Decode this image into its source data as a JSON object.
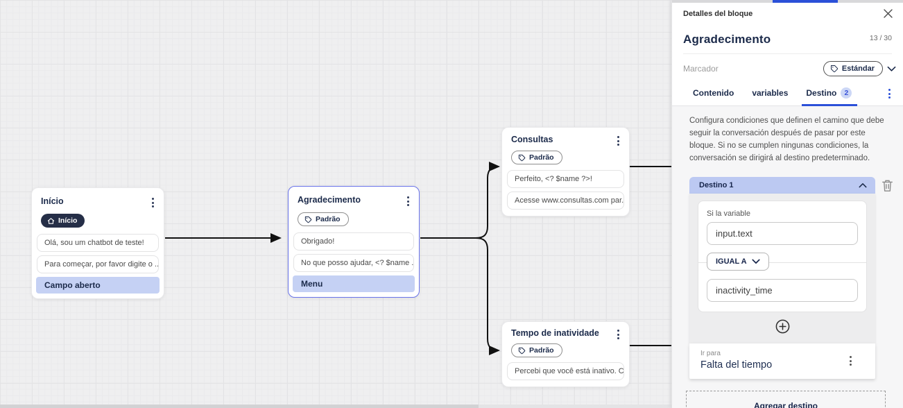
{
  "colors": {
    "accent_blue": "#2b50d8",
    "selection_purple": "#6973ea",
    "action_row_blue": "#c5d1f4",
    "destination_header_blue": "#bcc9f2",
    "start_badge_navy": "#252e47",
    "canvas_gray": "#efeff0"
  },
  "canvas": {
    "nodes": [
      {
        "title": "Início",
        "badge": "Início",
        "messages": [
          "Olá, sou um chatbot de teste!",
          "Para começar, por favor digite o ..."
        ],
        "action": "Campo aberto"
      },
      {
        "title": "Agradecimento",
        "badge": "Padrão",
        "messages": [
          "Obrigado!",
          "No que posso ajudar, <? $name ..."
        ],
        "action": "Menu"
      },
      {
        "title": "Consultas",
        "badge": "Padrão",
        "messages": [
          "Perfeito, <? $name ?>!",
          "Acesse www.consultas.com par..."
        ]
      },
      {
        "title": "Tempo de inatividade",
        "badge": "Padrão",
        "messages": [
          "Percebi que você está inativo. C..."
        ]
      }
    ]
  },
  "panel": {
    "header": {
      "title": "Detalles del bloque"
    },
    "block": {
      "name": "Agradecimento",
      "counter": "13 / 30"
    },
    "marker": {
      "label": "Marcador",
      "chip": "Estándar"
    },
    "tabs": [
      {
        "label": "Contenido"
      },
      {
        "label": "variables"
      },
      {
        "label": "Destino",
        "badge": "2"
      }
    ],
    "description": "Configura condiciones que definen el camino que debe seguir la conversación después de pasar por este bloque. Si no se cumplen ningunas condiciones, la conversación se dirigirá al destino predeterminado.",
    "destination": {
      "title": "Destino 1",
      "condition_label": "Si la variable",
      "variable_value": "input.text",
      "operator": "IGUAL A",
      "value": "inactivity_time",
      "goto_label": "Ir para",
      "goto_value": "Falta del tiempo"
    },
    "add_button": "Agregar destino"
  }
}
